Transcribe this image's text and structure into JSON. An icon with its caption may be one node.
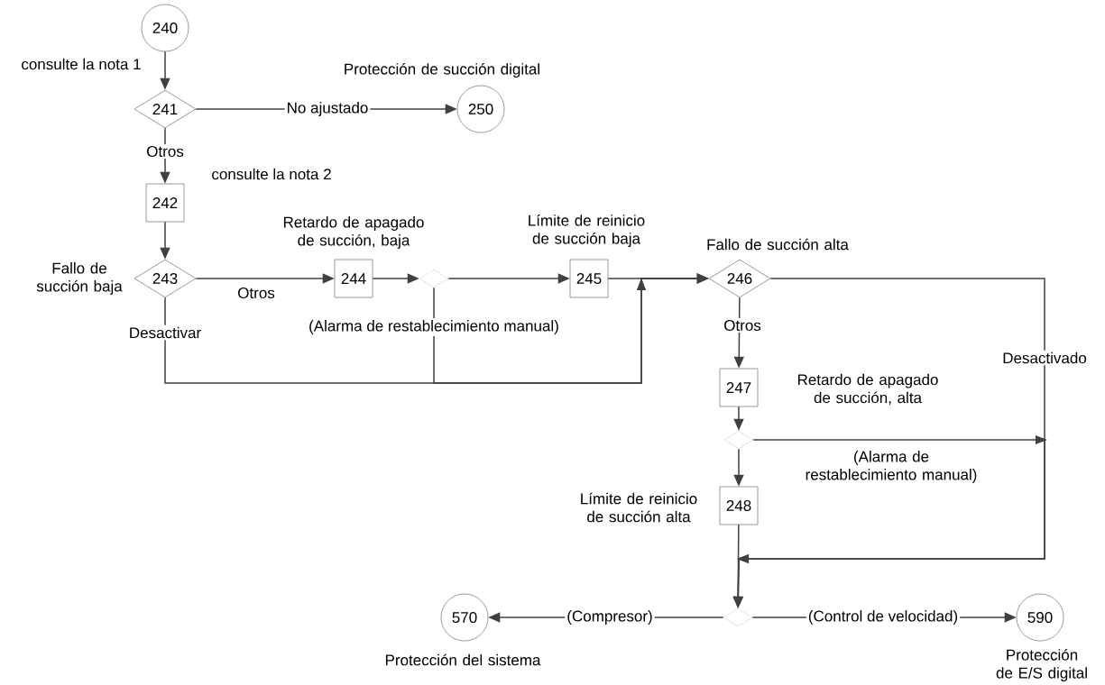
{
  "diagram": {
    "nodes": [
      {
        "text": [
          "240"
        ]
      },
      {
        "text": [
          "241"
        ]
      },
      {
        "text": [
          "250"
        ],
        "beside": [
          "Protección de succión digital"
        ]
      },
      {
        "text": [
          "242"
        ]
      },
      {
        "text": [
          "243"
        ],
        "beside": [
          "Fallo de succión baja"
        ]
      },
      {
        "text": [
          "244"
        ],
        "beside": [
          "Retardo de apagado de succión, baja"
        ]
      },
      {
        "text": [],
        "shape": "diamond"
      },
      {
        "text": [
          "245"
        ],
        "beside": [
          "Límite de reinicio de succión baja"
        ]
      },
      {
        "text": [
          "246"
        ],
        "beside": [
          "Fallo de succión alta"
        ]
      },
      {
        "text": [
          "247"
        ],
        "beside": [
          "Retardo de apagado de succión, alta"
        ]
      },
      {
        "text": [],
        "shape": "diamond"
      },
      {
        "text": [
          "248"
        ],
        "beside": [
          "Límite de reinicio de succión alta"
        ]
      },
      {
        "text": [],
        "shape": "diamond"
      },
      {
        "text": [
          "570"
        ],
        "beside": [
          "Protección del sistema"
        ]
      },
      {
        "text": [
          "590"
        ],
        "beside": [
          "Protección de E/S digital"
        ]
      }
    ],
    "edges": [
      {
        "from": 0,
        "to": 1,
        "arrow": "to"
      },
      {
        "from": 1,
        "to": 2,
        "arrow": "to",
        "label": "No ajustado"
      },
      {
        "from": 1,
        "to": 3,
        "arrow": "to",
        "label": "Otros"
      },
      {
        "from": 3,
        "to": 4,
        "arrow": "to"
      },
      {
        "from": 4,
        "to": 5,
        "arrow": "to",
        "label": "Otros"
      },
      {
        "from": 5,
        "to": 6,
        "arrow": "to"
      },
      {
        "from": 6,
        "to": 7,
        "arrow": "to"
      },
      {
        "from": 7,
        "to": 8,
        "arrow": "to"
      },
      {
        "from": 6,
        "to": 8,
        "arrow": "to",
        "label": "(Alarma de restablecimiento manual)"
      },
      {
        "from": 4,
        "to": 8,
        "arrow": "to",
        "label": "Desactivar"
      },
      {
        "from": 8,
        "to": 9,
        "arrow": "to",
        "label": "Otros"
      },
      {
        "from": 9,
        "to": 10,
        "arrow": "to"
      },
      {
        "from": 10,
        "to": 11,
        "arrow": "to"
      },
      {
        "from": 10,
        "to": 12,
        "arrow": "to",
        "label": "(Alarma de restablecimiento manual)"
      },
      {
        "from": 8,
        "to": 12,
        "arrow": "to",
        "label": "Desactivado"
      },
      {
        "from": 11,
        "to": 12,
        "arrow": "to"
      },
      {
        "from": 12,
        "to": 13,
        "arrow": "to",
        "label": "(Compresor)"
      },
      {
        "from": 12,
        "to": 14,
        "arrow": "to",
        "label": "(Control de velocidad)"
      }
    ],
    "labels": [
      "consulte la nota 1",
      "consulte la nota 2"
    ]
  }
}
